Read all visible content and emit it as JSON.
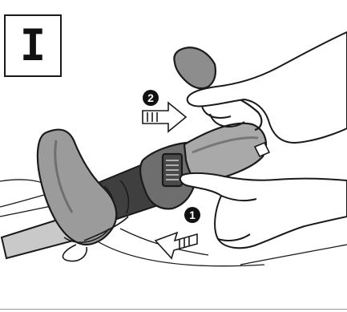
{
  "step": {
    "label": "I"
  },
  "markers": [
    {
      "number": "2",
      "description": "push-direction"
    },
    {
      "number": "1",
      "description": "press-direction"
    }
  ],
  "colors": {
    "line": "#1a1a1a",
    "grip_dark": "#8f8f8f",
    "grip_light": "#b5b5b5",
    "housing": "#7d7d7d",
    "housing_dark": "#5a5a5a",
    "tube": "#c9c9c9",
    "background": "#ffffff"
  },
  "icons": {
    "marker": "filled-circle-number-icon",
    "arrow": "striped-arrow-icon"
  }
}
